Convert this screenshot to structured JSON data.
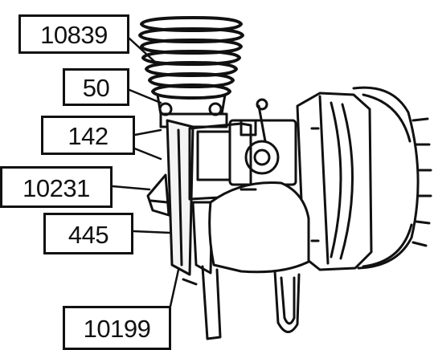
{
  "diagram": {
    "part_labels": [
      "10839",
      "50",
      "142",
      "10231",
      "445",
      "10199"
    ],
    "line_color": "#111111",
    "background": "#ffffff"
  }
}
